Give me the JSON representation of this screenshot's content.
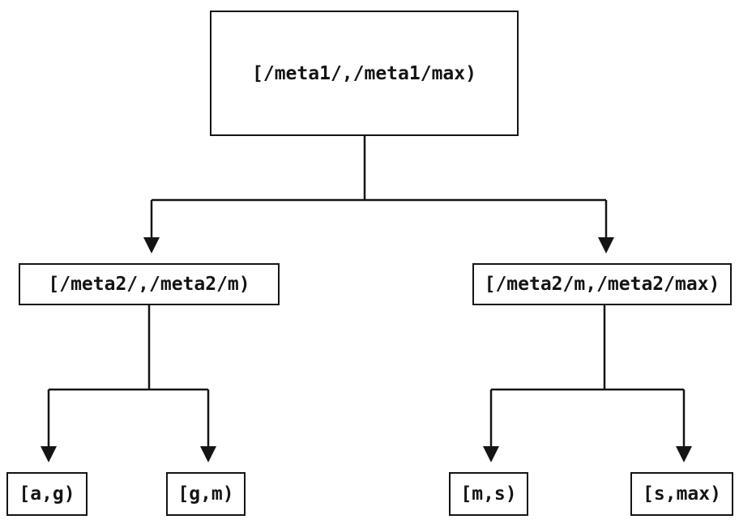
{
  "diagram": {
    "type": "tree",
    "nodes": {
      "root": {
        "label": "[/meta1/,/meta1/max)"
      },
      "left": {
        "label": "[/meta2/,/meta2/m)"
      },
      "right": {
        "label": "[/meta2/m,/meta2/max)"
      },
      "leaf_ag": {
        "label": "[a,g)"
      },
      "leaf_gm": {
        "label": "[g,m)"
      },
      "leaf_ms": {
        "label": "[m,s)"
      },
      "leaf_smax": {
        "label": "[s,max)"
      }
    },
    "edges": [
      {
        "from": "root",
        "to": "left"
      },
      {
        "from": "root",
        "to": "right"
      },
      {
        "from": "left",
        "to": "leaf_ag"
      },
      {
        "from": "left",
        "to": "leaf_gm"
      },
      {
        "from": "right",
        "to": "leaf_ms"
      },
      {
        "from": "right",
        "to": "leaf_smax"
      }
    ],
    "colors": {
      "line": "#141414",
      "text": "#141414",
      "background": "#ffffff"
    }
  }
}
